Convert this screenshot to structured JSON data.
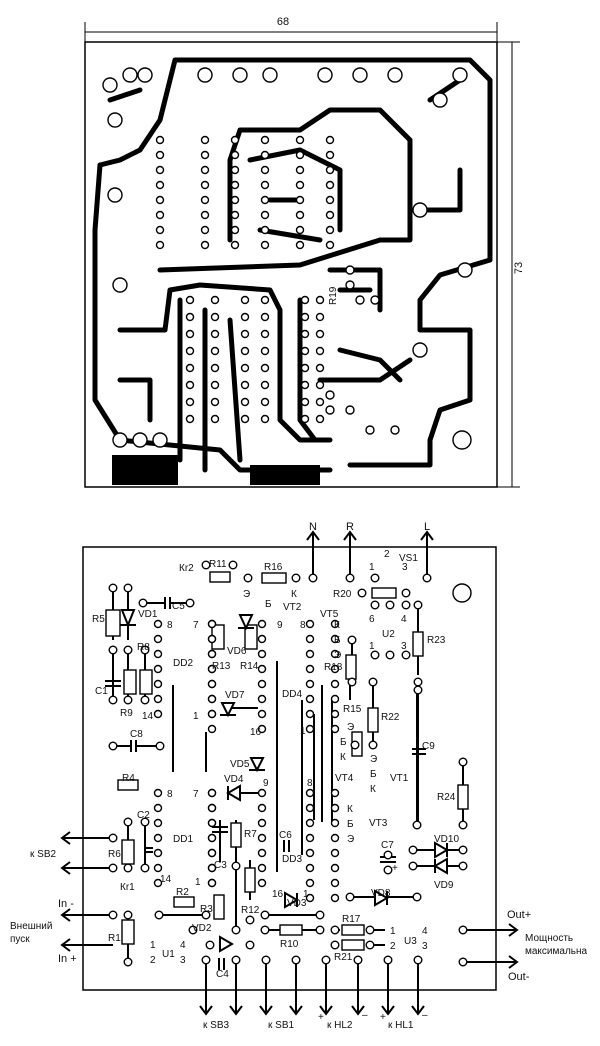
{
  "top_board": {
    "width_dim": "68",
    "height_dim": "73",
    "label_r19": "R19"
  },
  "connectors": {
    "N": "N",
    "R": "R",
    "L": "L",
    "k_sb2": "к SB2",
    "in_minus": "In -",
    "ext_start_1": "Внешний",
    "ext_start_2": "пуск",
    "in_plus": "In +",
    "k_sb3": "к SB3",
    "k_sb1": "к SB1",
    "k_hl2": "к  HL2",
    "k_hl1": "к  HL1",
    "plus": "+",
    "minus": "–",
    "out_plus": "Out+",
    "out_minus": "Out-",
    "power_1": "Мощность",
    "power_2": "максимальна"
  },
  "components": {
    "VS1": "VS1",
    "U2": "U2",
    "U1": "U1",
    "U3": "U3",
    "Kr2": "Кr2",
    "Kr1": "Кr1",
    "R1": "R1",
    "R2": "R2",
    "R3": "R3",
    "R4": "R4",
    "R5": "R5",
    "R6": "R6",
    "R7": "R7",
    "R8": "R8",
    "R9": "R9",
    "R10": "R10",
    "R11": "R11",
    "R12": "R12",
    "R13": "R13",
    "R14": "R14",
    "R15": "R15",
    "R16": "R16",
    "R17": "R17",
    "R18": "R18",
    "R20": "R20",
    "R21": "R21",
    "R22": "R22",
    "R23": "R23",
    "R24": "R24",
    "C1": "C1",
    "C2": "C2",
    "C3": "C3",
    "C4": "C4",
    "C5": "C5",
    "C6": "C6",
    "C7": "C7",
    "C8": "C8",
    "C9": "C9",
    "VD1": "VD1",
    "VD2": "VD2",
    "VD3": "VD3",
    "VD4": "VD4",
    "VD5": "VD5",
    "VD6": "VD6",
    "VD7": "VD7",
    "VD8": "VD8",
    "VD9": "VD9",
    "VD10": "VD10",
    "VT1": "VT1",
    "VT2": "VT2",
    "VT3": "VT3",
    "VT4": "VT4",
    "VT5": "VT5",
    "DD1": "DD1",
    "DD2": "DD2",
    "DD3": "DD3",
    "DD4": "DD4"
  },
  "pins": {
    "p1": "1",
    "p2": "2",
    "p3": "3",
    "p4": "4",
    "p6": "6",
    "p7": "7",
    "p8": "8",
    "p9": "9",
    "p14": "14",
    "p16": "16",
    "e": "Э",
    "b": "Б",
    "k": "К",
    "c7plus": "+"
  }
}
